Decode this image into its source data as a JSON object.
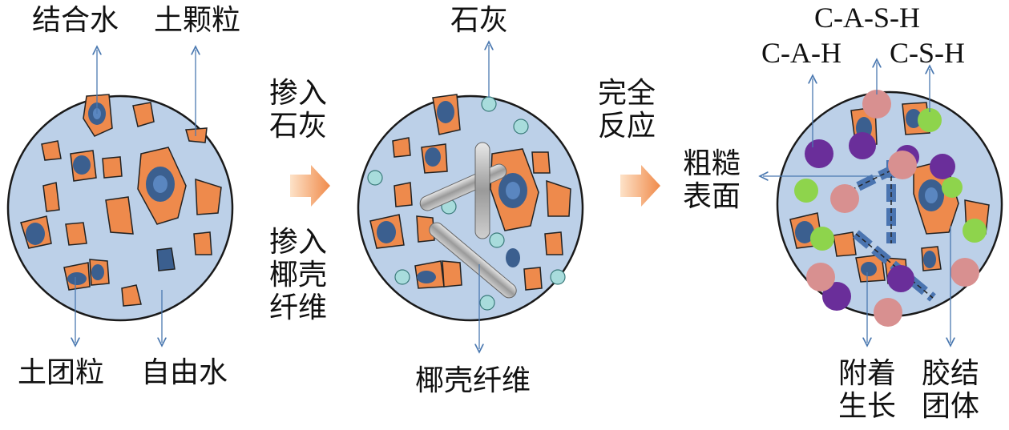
{
  "panel1": {
    "bound_water": "结合水",
    "soil_particle": "土颗粒",
    "soil_aggregate": "土团粒",
    "free_water": "自由水"
  },
  "step1": {
    "add_lime_line1": "掺入",
    "add_lime_line2": "石灰",
    "add_fiber_line1": "掺入",
    "add_fiber_line2": "椰壳",
    "add_fiber_line3": "纤维"
  },
  "panel2": {
    "lime": "石灰",
    "coconut_fiber": "椰壳纤维"
  },
  "step2": {
    "complete_line1": "完全",
    "complete_line2": "反应"
  },
  "rough_surface": {
    "line1": "粗糙",
    "line2": "表面"
  },
  "panel3": {
    "cash": "C-A-S-H",
    "cah": "C-A-H",
    "csh": "C-S-H",
    "attach_line1": "附着",
    "attach_line2": "生长",
    "cement_line1": "胶结",
    "cement_line2": "团体"
  },
  "colors": {
    "circle_fill": "#bcd0e8",
    "soil_orange": "#ee8a4c",
    "water_blue": "#3b5f8f",
    "lime_teal": "#a8dcdc",
    "arrow_orange": "#f5a06a",
    "cah_purple": "#6a2e9a",
    "csh_green": "#8ed44c",
    "cash_pink": "#d89090",
    "pointer_line": "#4a78b0"
  }
}
